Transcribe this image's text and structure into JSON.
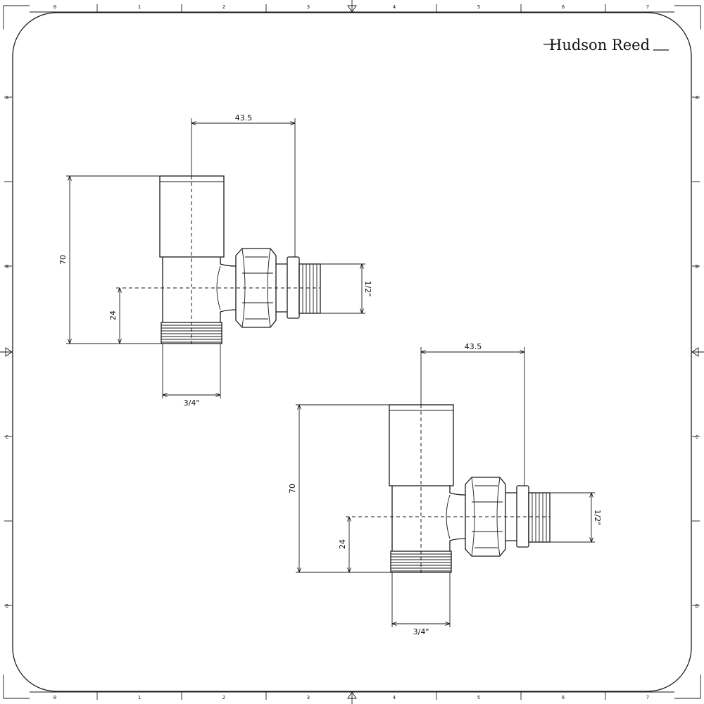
{
  "brand": {
    "logo_text": "Hudson Reed"
  },
  "ruler": {
    "columns": [
      "0",
      "1",
      "2",
      "3",
      "4",
      "5",
      "6",
      "7"
    ],
    "rows": [
      "A",
      "B",
      "C",
      "D"
    ]
  },
  "views": [
    {
      "width_dim": "43.5",
      "height_dim": "70",
      "center_dim": "24",
      "inlet_dim": "3/4\"",
      "outlet_dim": "1/2\""
    },
    {
      "width_dim": "43.5",
      "height_dim": "70",
      "center_dim": "24",
      "inlet_dim": "3/4\"",
      "outlet_dim": "1/2\""
    }
  ]
}
